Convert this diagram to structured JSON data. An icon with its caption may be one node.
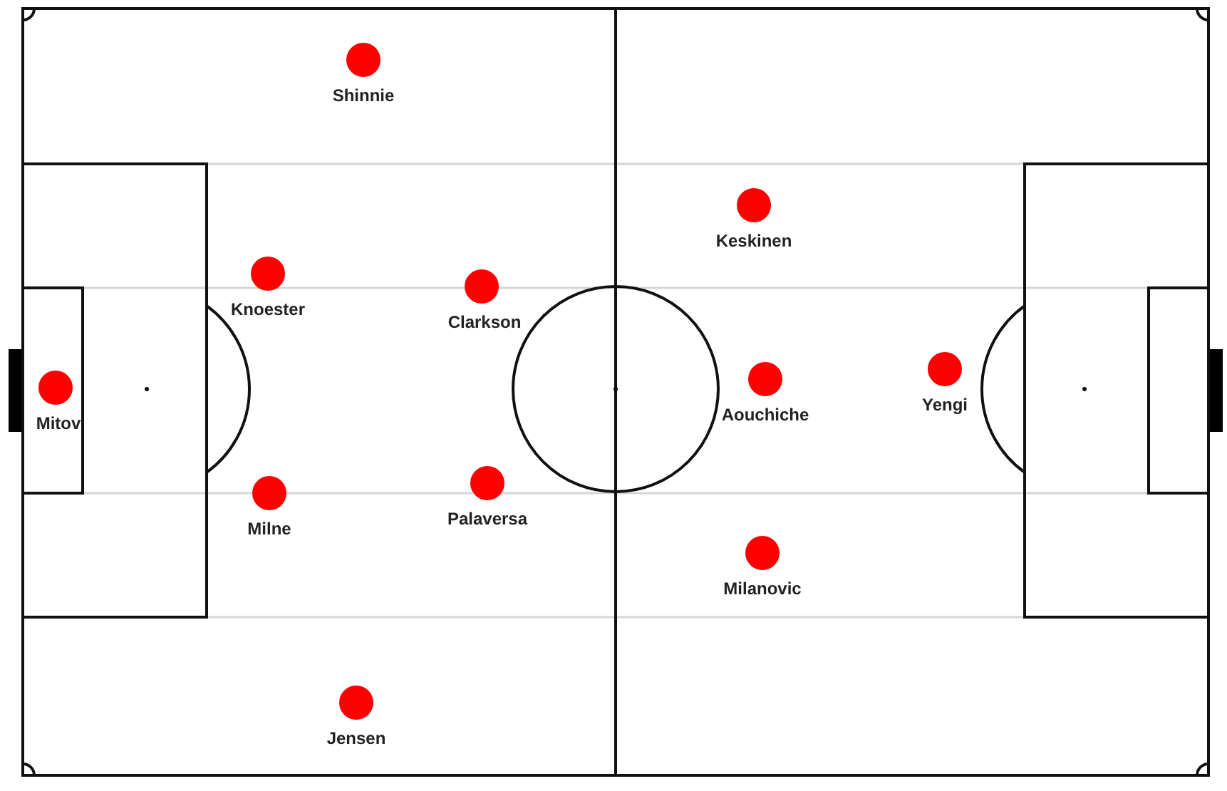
{
  "diagram": {
    "nodes": [
      {
        "text": [],
        "shape": "circle",
        "beside": [
          "Shinnie"
        ]
      },
      {
        "text": [],
        "shape": "circle",
        "beside": [
          "Keskinen"
        ]
      },
      {
        "text": [],
        "shape": "circle",
        "beside": [
          "Knoester"
        ]
      },
      {
        "text": [],
        "shape": "circle",
        "beside": [
          "Clarkson"
        ]
      },
      {
        "text": [],
        "shape": "circle",
        "beside": [
          "Yengi"
        ]
      },
      {
        "text": [],
        "shape": "circle",
        "beside": [
          "Aouchiche"
        ]
      },
      {
        "text": [],
        "shape": "circle",
        "beside": [
          "Mitov"
        ]
      },
      {
        "text": [],
        "shape": "circle",
        "beside": [
          "Palaversa"
        ]
      },
      {
        "text": [],
        "shape": "circle",
        "beside": [
          "Milne"
        ]
      },
      {
        "text": [],
        "shape": "circle",
        "beside": [
          "Milanovic"
        ]
      },
      {
        "text": [],
        "shape": "circle",
        "beside": [
          "Jensen"
        ]
      }
    ]
  }
}
